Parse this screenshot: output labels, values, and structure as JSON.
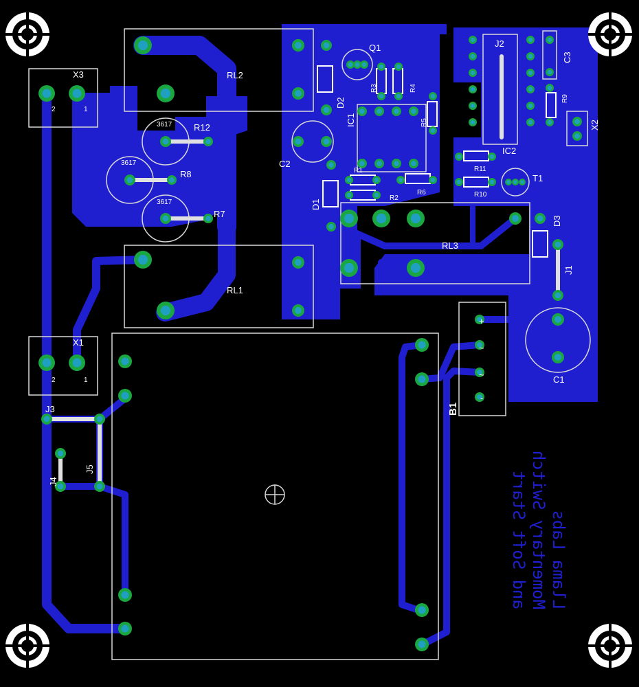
{
  "board": {
    "labels": {
      "x3": "X3",
      "x3_pin2": "2",
      "x3_pin1": "1",
      "x1": "X1",
      "x1_pin2": "2",
      "x1_pin1": "1",
      "rl1": "RL1",
      "rl2": "RL2",
      "rl3": "RL3",
      "r12": "R12",
      "r8": "R8",
      "r7": "R7",
      "q1": "Q1",
      "d1": "D1",
      "d2": "D2",
      "d3": "D3",
      "c1": "C1",
      "c2": "C2",
      "c3": "C3",
      "ic1": "IC1",
      "ic2": "IC2",
      "j1": "J1",
      "j2": "J2",
      "j3": "J3",
      "j4": "J4",
      "j5": "J5",
      "x2": "X2",
      "b1": "B1",
      "t1": "T1",
      "r1": "R1",
      "r2": "R2",
      "r3": "R3",
      "r4": "R4",
      "r5": "R5",
      "r6": "R6",
      "r9": "R9",
      "r10": "R10",
      "r11": "R11",
      "b1_plus": "+",
      "b1_minus": "-",
      "b1_ac1": "~",
      "b1_ac2": "~",
      "heatsink_a": "3617",
      "heatsink_b": "3617",
      "heatsink_c": "3617"
    },
    "mirrored_text": {
      "line1": "Llama Labs",
      "line2": "Momentary Switch",
      "line3": "and Soft Start"
    },
    "colors": {
      "background": "#000000",
      "copper": "#1f1fd0",
      "silkscreen": "#d8d8d8",
      "pad_ring": "#1aa640",
      "pad_hole": "#20a0c0"
    }
  }
}
